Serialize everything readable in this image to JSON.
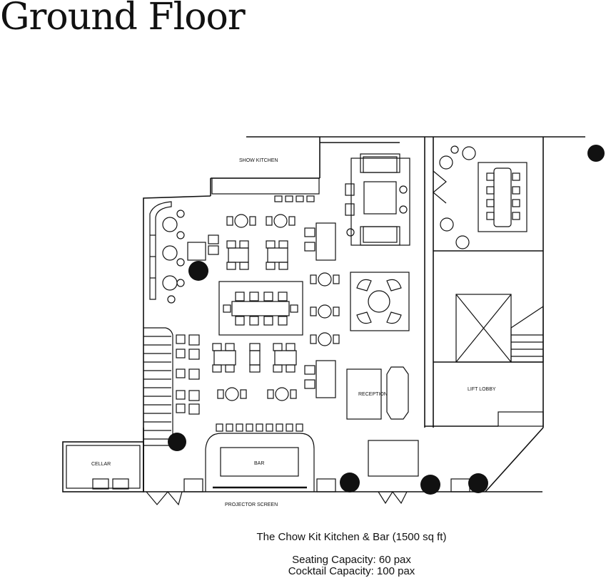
{
  "title": "Ground Floor",
  "labels": {
    "show_kitchen": "SHOW KITCHEN",
    "reception": "RECEPTION",
    "lift_lobby": "LIFT LOBBY",
    "cellar": "CELLAR",
    "bar": "BAR",
    "projector_screen": "PROJECTOR SCREEN"
  },
  "caption": {
    "venue": "The Chow Kit Kitchen & Bar (1500 sq ft)",
    "seating": "Seating Capacity: 60 pax",
    "cocktail": "Cocktail Capacity: 100 pax"
  }
}
